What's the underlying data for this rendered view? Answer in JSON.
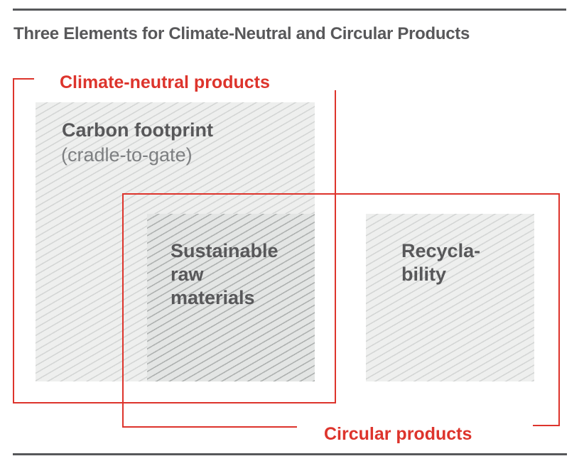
{
  "header": {
    "title": "Three Elements for Climate-Neutral and Circular Products"
  },
  "overlays": {
    "climate_neutral_label": "Climate-neutral products",
    "circular_label": "Circular products"
  },
  "boxes": {
    "carbon_footprint": {
      "title": "Carbon footprint",
      "subtitle": "(cradle-to-gate)"
    },
    "sustainable_raw_materials": {
      "lines": [
        "Sustainable",
        "raw",
        "materials"
      ]
    },
    "recyclability": {
      "lines": [
        "Recycla-",
        "bility"
      ]
    }
  },
  "colors": {
    "accent_red": "#dd342c",
    "text_dark": "#58585a",
    "text_muted": "#7d7f81",
    "rule_color": "#57585b",
    "hatch_bg_light": "#eeefee",
    "hatch_line_light": "#d4d6d5",
    "hatch_bg_dark": "#e3e5e4",
    "hatch_line_dark": "#aeb1b0",
    "page_bg": "#ffffff"
  }
}
